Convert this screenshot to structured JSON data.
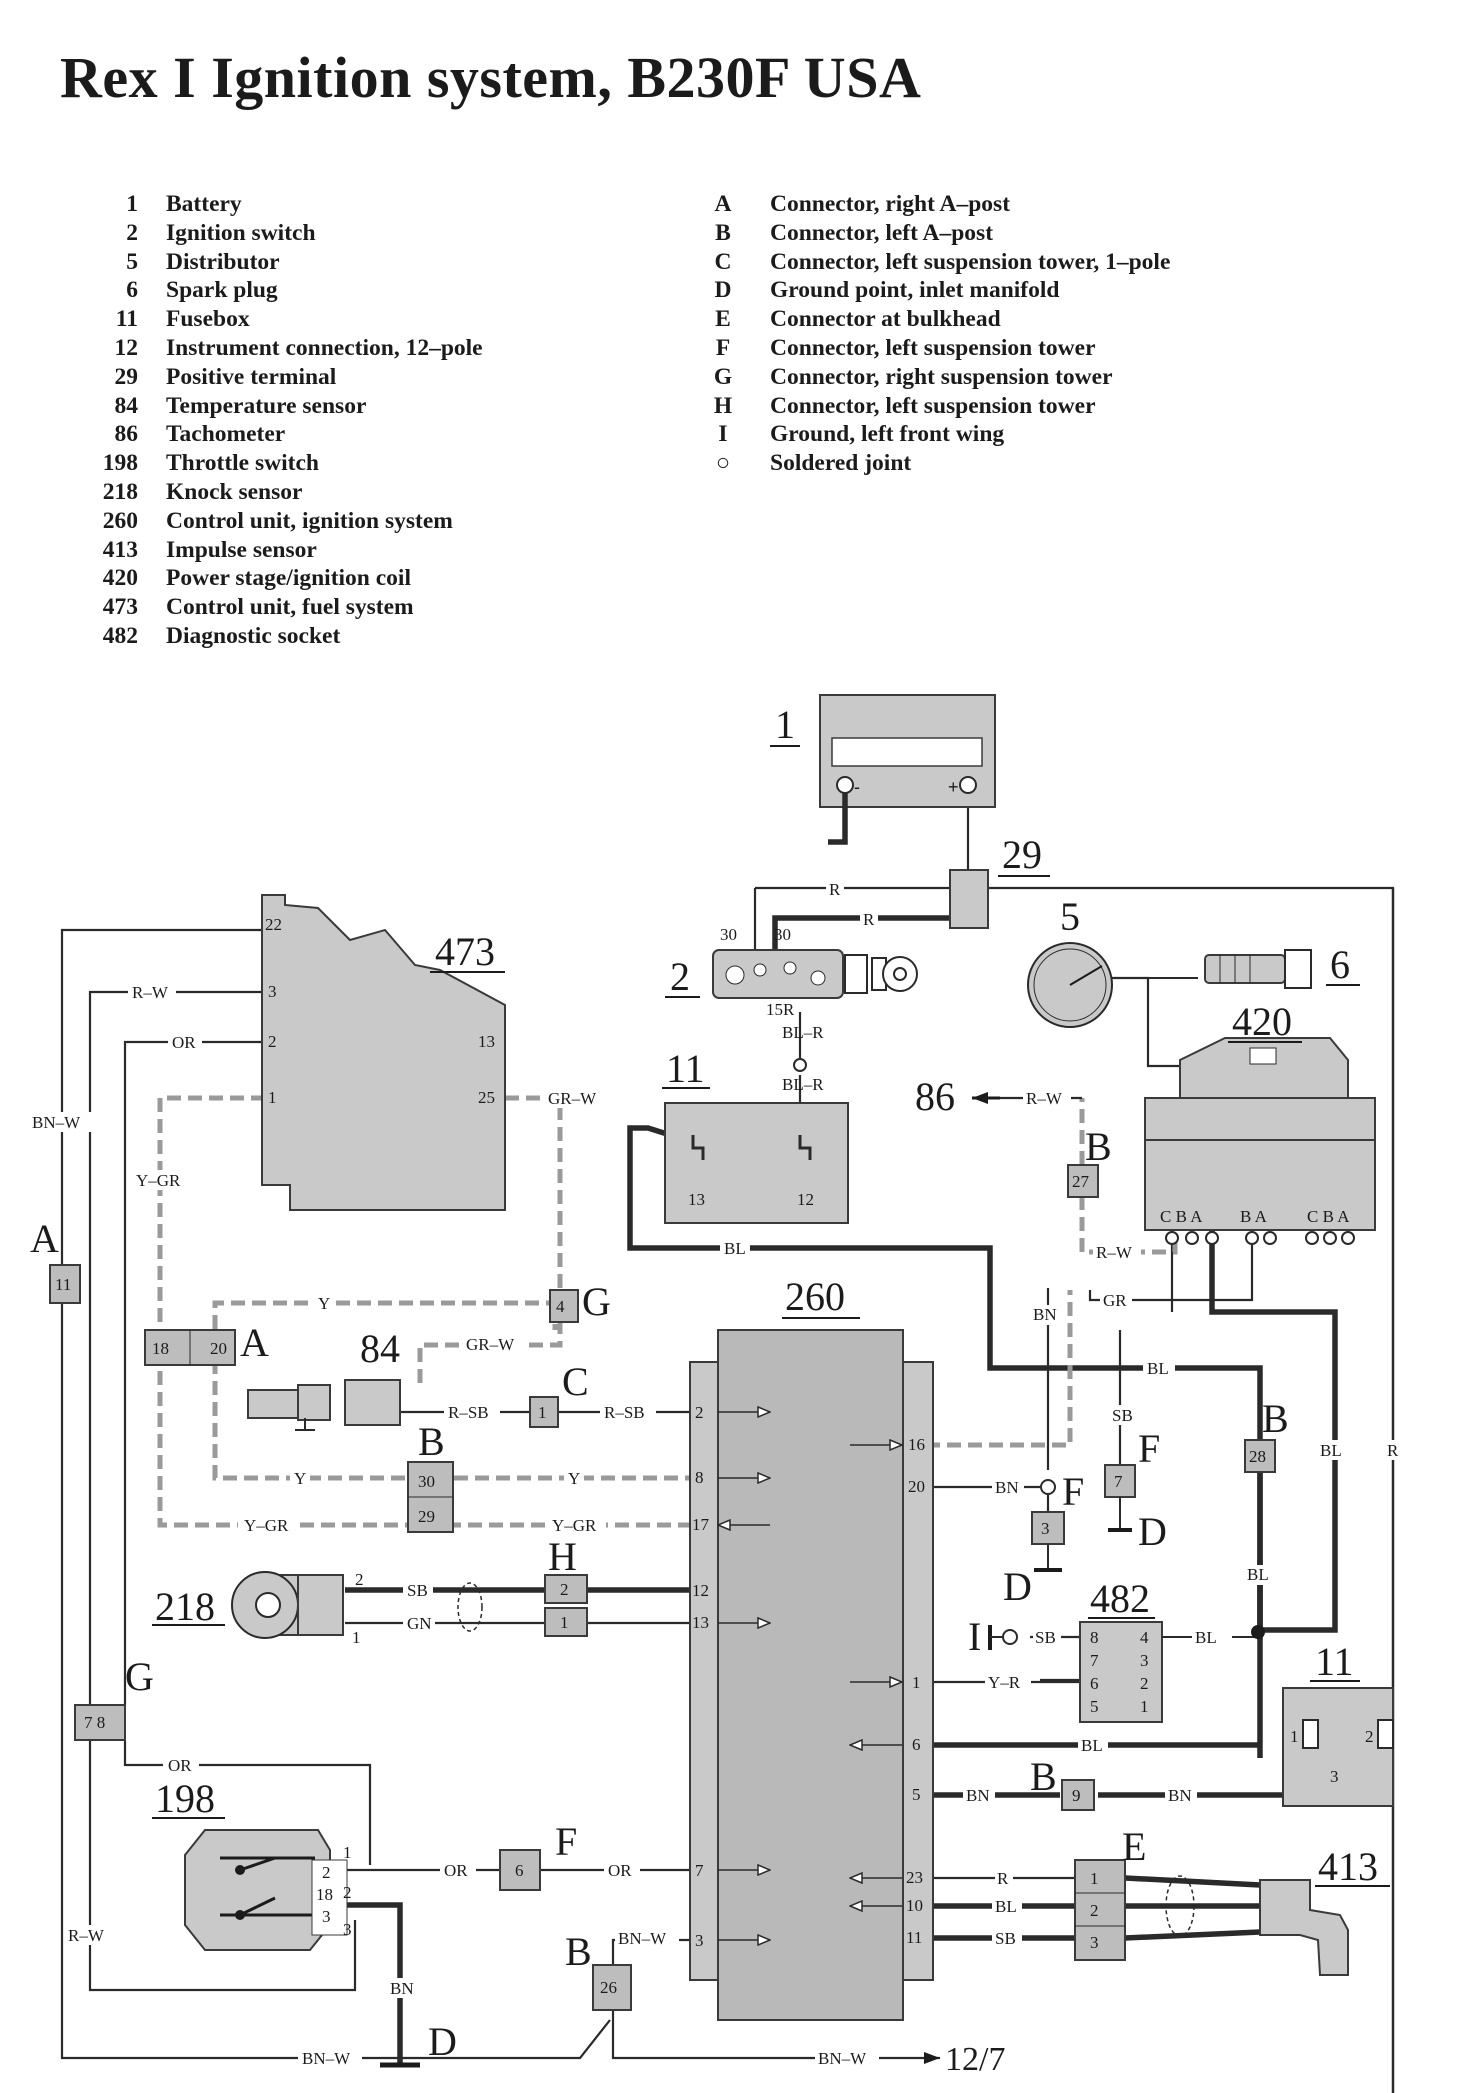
{
  "title": "Rex I Ignition system, B230F USA",
  "legend_left": [
    {
      "code": "1",
      "label": "Battery"
    },
    {
      "code": "2",
      "label": "Ignition switch"
    },
    {
      "code": "5",
      "label": "Distributor"
    },
    {
      "code": "6",
      "label": "Spark plug"
    },
    {
      "code": "11",
      "label": "Fusebox"
    },
    {
      "code": "12",
      "label": "Instrument connection, 12–pole"
    },
    {
      "code": "29",
      "label": "Positive terminal"
    },
    {
      "code": "84",
      "label": "Temperature sensor"
    },
    {
      "code": "86",
      "label": "Tachometer"
    },
    {
      "code": "198",
      "label": "Throttle switch"
    },
    {
      "code": "218",
      "label": "Knock sensor"
    },
    {
      "code": "260",
      "label": "Control unit, ignition system"
    },
    {
      "code": "413",
      "label": "Impulse sensor"
    },
    {
      "code": "420",
      "label": "Power stage/ignition coil"
    },
    {
      "code": "473",
      "label": "Control unit, fuel system"
    },
    {
      "code": "482",
      "label": "Diagnostic socket"
    }
  ],
  "legend_right": [
    {
      "code": "A",
      "label": "Connector, right A–post"
    },
    {
      "code": "B",
      "label": "Connector, left A–post"
    },
    {
      "code": "C",
      "label": "Connector, left suspension tower, 1–pole"
    },
    {
      "code": "D",
      "label": "Ground point, inlet manifold"
    },
    {
      "code": "E",
      "label": "Connector at bulkhead"
    },
    {
      "code": "F",
      "label": "Connector, left suspension tower"
    },
    {
      "code": "G",
      "label": "Connector, right suspension tower"
    },
    {
      "code": "H",
      "label": "Connector, left suspension tower"
    },
    {
      "code": "I",
      "label": "Ground, left front wing"
    },
    {
      "code": "○",
      "label": "Soldered joint"
    }
  ],
  "components": {
    "c1": "1",
    "c2": "2",
    "c5": "5",
    "c6": "6",
    "c11a": "11",
    "c11b": "11",
    "c29": "29",
    "c84": "84",
    "c86": "86",
    "c198": "198",
    "c218": "218",
    "c260": "260",
    "c413": "413",
    "c420": "420",
    "c473": "473",
    "c482": "482"
  },
  "connectors": {
    "A1": "A",
    "A2": "A",
    "B1": "B",
    "B2": "B",
    "B3": "B",
    "B4": "B",
    "B5": "B",
    "C": "C",
    "D1": "D",
    "D2": "D",
    "D3": "D",
    "E": "E",
    "F1": "F",
    "F2": "F",
    "F3": "F",
    "G1": "G",
    "G2": "G",
    "H": "H",
    "I": "I"
  },
  "wires": {
    "R": "R",
    "BN_W": "BN–W",
    "R_W": "R–W",
    "OR": "OR",
    "Y_GR": "Y–GR",
    "GR_W": "GR–W",
    "Y": "Y",
    "R_SB": "R–SB",
    "BL_R": "BL–R",
    "BL": "BL",
    "BN": "BN",
    "GR": "GR",
    "SB": "SB",
    "GN": "GN",
    "Y_R": "Y–R",
    "ref_12_7": "12/7"
  },
  "pins": {
    "p1": "1",
    "p2": "2",
    "p3": "3",
    "p4": "4",
    "p5": "5",
    "p6": "6",
    "p7": "7",
    "p8": "8",
    "p9": "9",
    "p10": "10",
    "p11": "11",
    "p12": "12",
    "p13": "13",
    "p15R": "15R",
    "p16": "16",
    "p17": "17",
    "p18": "18",
    "p20": "20",
    "p22": "22",
    "p23": "23",
    "p25": "25",
    "p26": "26",
    "p27": "27",
    "p28": "28",
    "p29": "29",
    "p30": "30",
    "p78": "7 8",
    "coil_letters_1": "C B A",
    "coil_letters_2": "B A",
    "coil_letters_3": "C B A",
    "minus": "-",
    "plus": "+"
  }
}
